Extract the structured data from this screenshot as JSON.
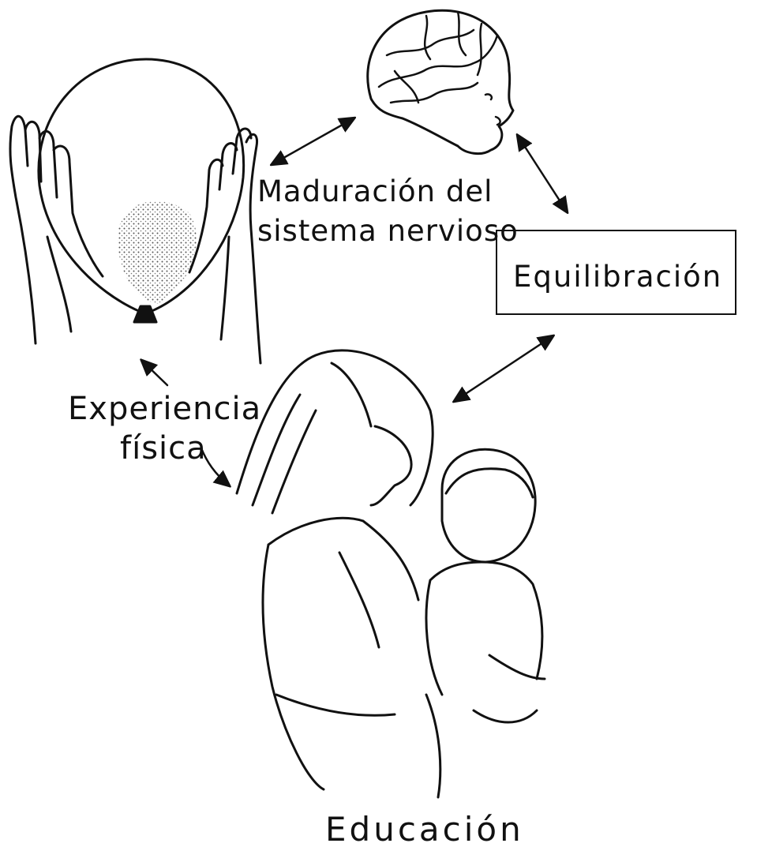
{
  "diagram": {
    "nodes": {
      "maduracion": {
        "line1": "Maduración del",
        "line2": "sistema nervioso"
      },
      "equilibracion": {
        "label": "Equilibración"
      },
      "experiencia": {
        "line1": "Experiencia",
        "line2": "física"
      },
      "educacion": {
        "label": "Educación"
      }
    },
    "illustrations": [
      "balloon-in-hands",
      "infant-head-with-brain",
      "mother-holding-child"
    ],
    "colors": {
      "ink": "#111111",
      "background": "#ffffff"
    }
  }
}
